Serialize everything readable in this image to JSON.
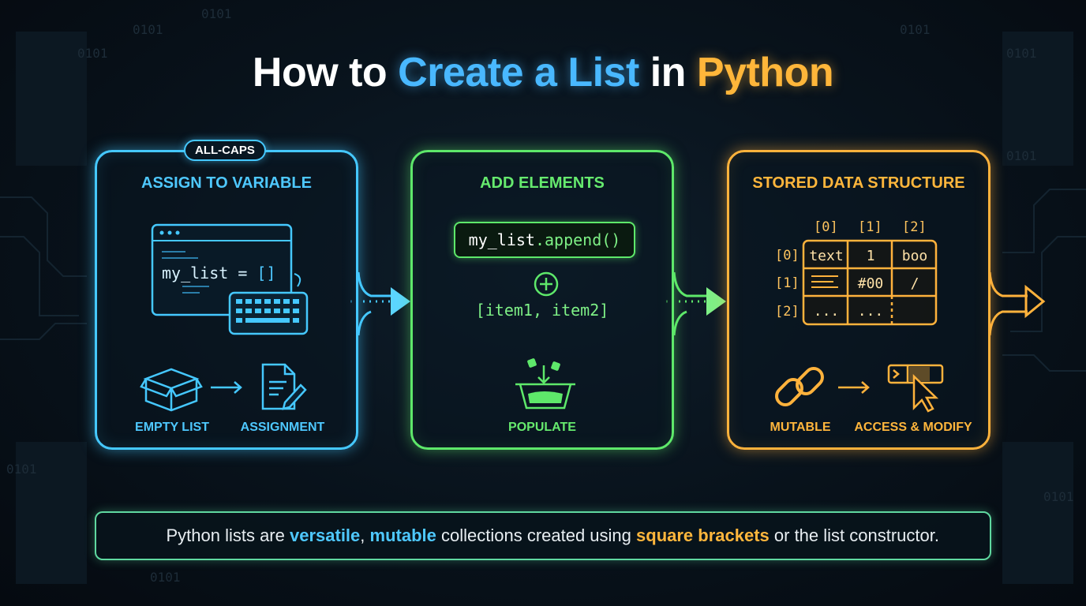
{
  "title": {
    "part1": "How to ",
    "part2": "Create a List",
    "part3": " in ",
    "part4": "Python"
  },
  "background_binary": [
    "0101",
    "0101",
    "0101",
    "0101",
    "0101",
    "0101",
    "0101",
    "0101",
    "0101"
  ],
  "colors": {
    "blue": "#45c8ff",
    "green": "#5ee86a",
    "orange": "#ffb23c",
    "background": "#08121b"
  },
  "step1": {
    "badge": "ALL-CAPS",
    "title": "ASSIGN TO VARIABLE",
    "code_name": "my_list = ",
    "code_brackets": "[]",
    "caption_left": "EMPTY LIST",
    "caption_right": "ASSIGNMENT",
    "icons": [
      "browser-window-icon",
      "keyboard-icon",
      "open-box-icon",
      "right-arrow-icon",
      "document-pencil-icon"
    ]
  },
  "step2": {
    "title": "ADD ELEMENTS",
    "append_prefix": "my_list",
    "append_method": ".append()",
    "items": "[item1, item2]",
    "caption": "POPULATE",
    "icons": [
      "plus-circle-icon",
      "basket-icon"
    ]
  },
  "step3": {
    "title": "STORED DATA STRUCTURE",
    "col_headers": [
      "[0]",
      "[1]",
      "[2]"
    ],
    "row_headers": [
      "[0]",
      "[1]",
      "[2]"
    ],
    "rows": [
      [
        "text",
        "1",
        "boo"
      ],
      [
        "",
        "#00",
        "/"
      ],
      [
        "...",
        "...",
        ""
      ]
    ],
    "caption_left": "MUTABLE",
    "caption_right": "ACCESS & MODIFY",
    "icons": [
      "chain-link-icon",
      "right-arrow-icon",
      "cursor-select-icon"
    ]
  },
  "summary": {
    "t1": "Python lists are ",
    "t2": "versatile",
    "t3": ", ",
    "t4": "mutable",
    "t5": " collections created using ",
    "t6": "square brackets",
    "t7": " or the list constructor."
  }
}
